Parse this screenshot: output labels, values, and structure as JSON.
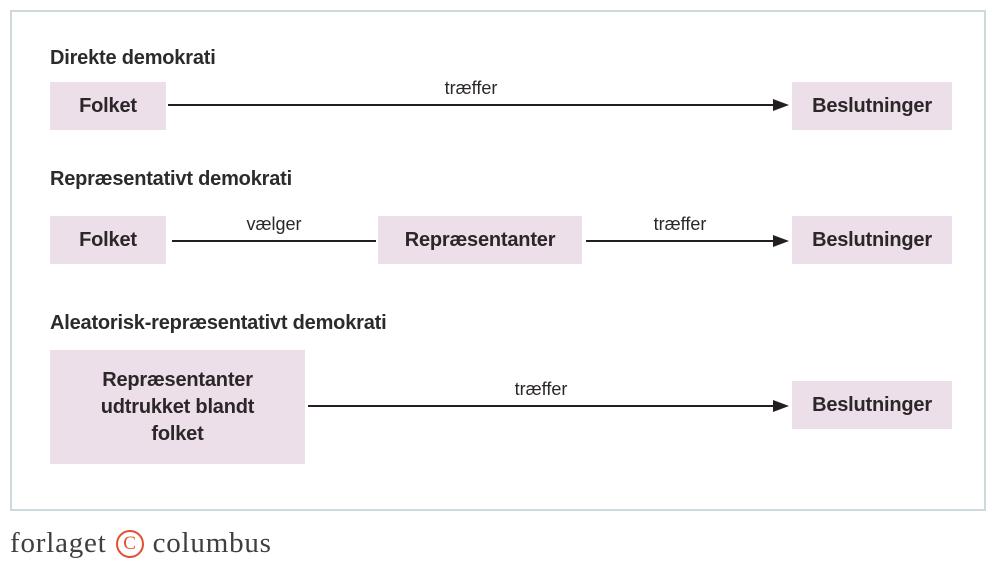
{
  "diagram": {
    "colors": {
      "node_bg": "#ecdfe9",
      "panel_border": "#ccd9dd",
      "arrow": "#231f20",
      "text": "#2b2627"
    },
    "sections": [
      {
        "title": "Direkte demokrati",
        "nodes": {
          "source": "Folket",
          "target": "Beslutninger"
        },
        "edges": [
          {
            "label": "træffer",
            "arrow": true
          }
        ]
      },
      {
        "title": "Repræsentativt demokrati",
        "nodes": {
          "source": "Folket",
          "middle": "Repræsentanter",
          "target": "Beslutninger"
        },
        "edges": [
          {
            "label": "vælger",
            "arrow": false
          },
          {
            "label": "træffer",
            "arrow": true
          }
        ]
      },
      {
        "title": "Aleatorisk-repræsentativt demokrati",
        "nodes": {
          "source_lines": [
            "Repræsentanter",
            "udtrukket blandt",
            "folket"
          ],
          "target": "Beslutninger"
        },
        "edges": [
          {
            "label": "træffer",
            "arrow": true
          }
        ]
      }
    ]
  },
  "footer": {
    "publisher_word_1": "forlaget",
    "publisher_word_2": "columbus",
    "copyright_letter": "C",
    "accent_color": "#e0512f"
  }
}
